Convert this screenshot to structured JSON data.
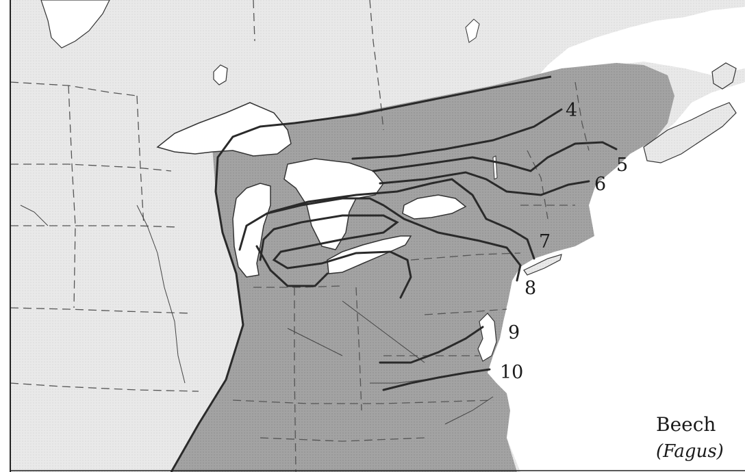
{
  "caption": {
    "common_name": "Beech",
    "genus_prefix": "(",
    "genus": "Fagus",
    "genus_suffix": ")"
  },
  "contours": [
    {
      "label": "4"
    },
    {
      "label": "5"
    },
    {
      "label": "6"
    },
    {
      "label": "7"
    },
    {
      "label": "8"
    },
    {
      "label": "9"
    },
    {
      "label": "10"
    }
  ],
  "colors": {
    "land": "#e6e6e6",
    "range": "#9e9e9e",
    "water": "#ffffff",
    "line": "#2a2a2a",
    "boundary": "#555555"
  }
}
